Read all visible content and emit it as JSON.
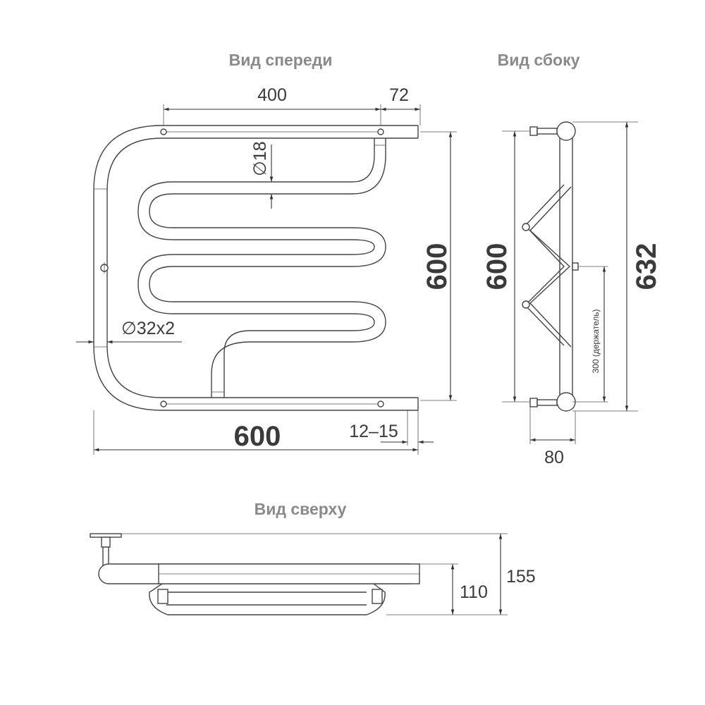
{
  "views": {
    "front": "Вид спереди",
    "side": "Вид сбоку",
    "top": "Вид сверху"
  },
  "dimensions": {
    "front_top_width": "400",
    "front_top_offset": "72",
    "small_pipe_diameter": "∅18",
    "main_pipe_diameter": "∅32x2",
    "front_height": "600",
    "front_width": "600",
    "wall_gap": "12–15",
    "side_height": "600",
    "side_total_height": "632",
    "holder_distance": "300 (держатель)",
    "side_depth": "80",
    "top_depth_inner": "110",
    "top_depth_outer": "155"
  },
  "colors": {
    "line": "#444444",
    "title": "#8a8a8a",
    "text": "#3a3a3a"
  }
}
